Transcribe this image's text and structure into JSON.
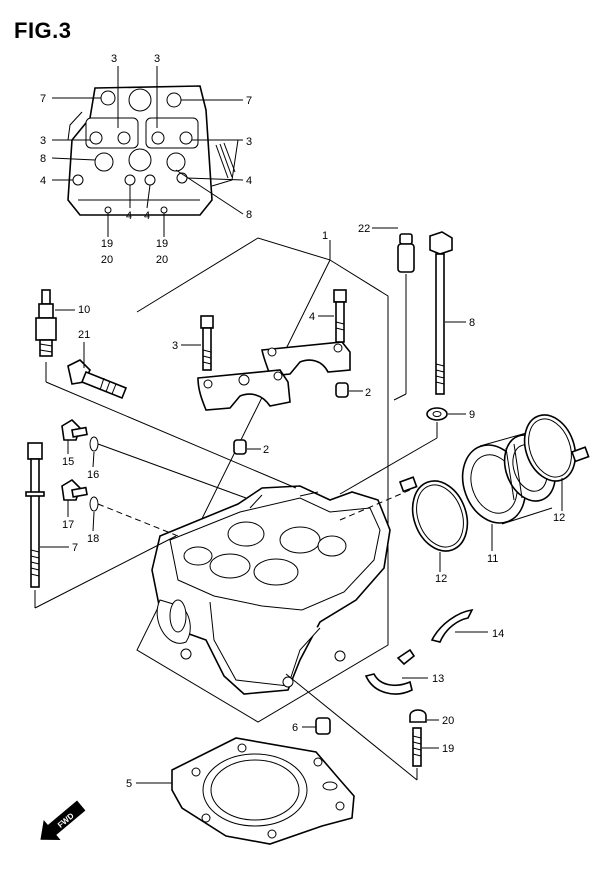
{
  "figure": {
    "title": "FIG.3",
    "fwd_marker": "FWD"
  },
  "callouts": {
    "c1": "1",
    "c2a": "2",
    "c2b": "2",
    "c3_top_a": "3",
    "c3_top_b": "3",
    "c3_left": "3",
    "c3_right": "3",
    "c3_bolt": "3",
    "c4_left": "4",
    "c4_right": "4",
    "c4_b1": "4",
    "c4_b2": "4",
    "c4_bolt": "4",
    "c5": "5",
    "c6": "6",
    "c7_tl": "7",
    "c7_tr": "7",
    "c7_bolt": "7",
    "c8_l": "8",
    "c8_r": "8",
    "c8_bolt": "8",
    "c9": "9",
    "c10": "10",
    "c11": "11",
    "c12a": "12",
    "c12b": "12",
    "c13": "13",
    "c14": "14",
    "c15": "15",
    "c16": "16",
    "c17": "17",
    "c18": "18",
    "c19_a": "19",
    "c19_b": "19",
    "c19_stud": "19",
    "c20_a": "20",
    "c20_b": "20",
    "c20_nut": "20",
    "c21": "21",
    "c22": "22"
  }
}
